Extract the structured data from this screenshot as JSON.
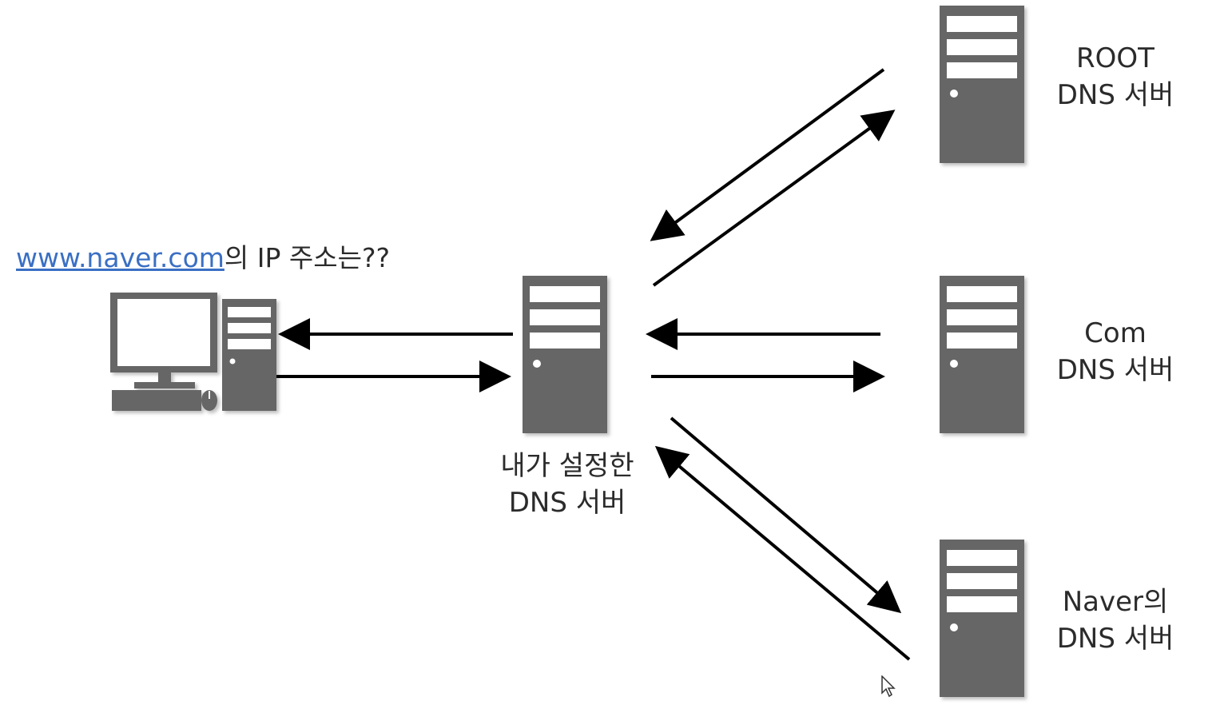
{
  "question": {
    "link_text": "www.naver.com",
    "rest_text": "의 IP 주소는??"
  },
  "nodes": {
    "local_dns": {
      "line1": "내가 설정한",
      "line2": "DNS 서버"
    },
    "root_dns": {
      "line1": "ROOT",
      "line2": "DNS 서버"
    },
    "com_dns": {
      "line1": "Com",
      "line2": "DNS 서버"
    },
    "naver_dns": {
      "line1": "Naver의",
      "line2": "DNS 서버"
    }
  },
  "colors": {
    "server": "#666666",
    "server_slot": "#ffffff",
    "arrow": "#000000",
    "link": "#3a6fc4"
  }
}
